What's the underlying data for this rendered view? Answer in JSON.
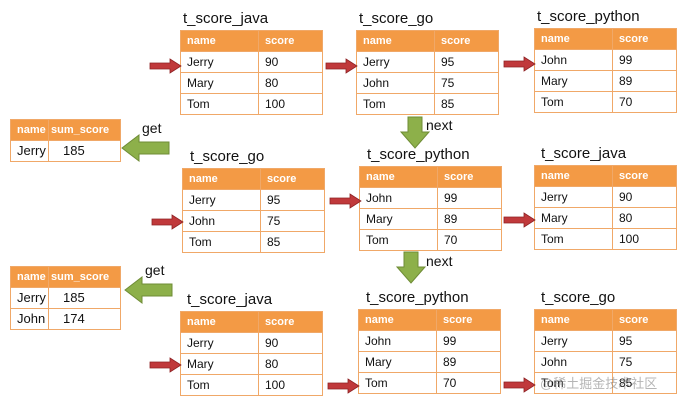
{
  "colors": {
    "header": "#f39a45",
    "border": "#f0a868",
    "green_arrow": "#8db04a",
    "red_arrow": "#c0393b"
  },
  "headers": {
    "name": "name",
    "score": "score",
    "sum_score": "sum_score"
  },
  "titles": {
    "java": "t_score_java",
    "go": "t_score_go",
    "python": "t_score_python"
  },
  "rows": {
    "java": [
      [
        "Jerry",
        "90"
      ],
      [
        "Mary",
        "80"
      ],
      [
        "Tom",
        "100"
      ]
    ],
    "go": [
      [
        "Jerry",
        "95"
      ],
      [
        "John",
        "75"
      ],
      [
        "Tom",
        "85"
      ]
    ],
    "python": [
      [
        "John",
        "99"
      ],
      [
        "Mary",
        "89"
      ],
      [
        "Tom",
        "70"
      ]
    ]
  },
  "results": {
    "step1": [
      [
        "Jerry",
        "185"
      ]
    ],
    "step2": [
      [
        "Jerry",
        "185"
      ],
      [
        "John",
        "174"
      ]
    ]
  },
  "labels": {
    "get": "get",
    "next": "next"
  },
  "watermark": "@稀土掘金技术社区"
}
